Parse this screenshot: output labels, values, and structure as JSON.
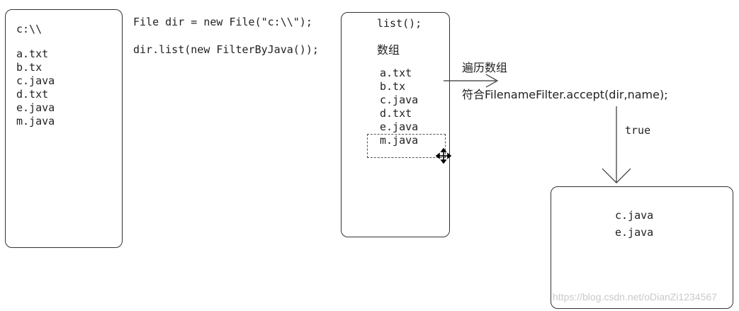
{
  "source_box": {
    "title": "c:\\\\",
    "files": [
      "a.txt",
      "b.tx",
      "c.java",
      "d.txt",
      "e.java",
      "m.java"
    ]
  },
  "code": {
    "line1": "File dir = new File(\"c:\\\\\");",
    "line2": "dir.list(new FilterByJava());"
  },
  "list_box": {
    "call": "list();",
    "array_label": "数组",
    "files": [
      "a.txt",
      "b.tx",
      "c.java",
      "d.txt",
      "e.java",
      "m.java"
    ]
  },
  "flow": {
    "iterate_label": "遍历数组",
    "accept_label": "符合FilenameFilter.accept(dir,name);",
    "true_label": "true"
  },
  "result_box": {
    "files": [
      "c.java",
      "e.java"
    ]
  },
  "watermark": "https://blog.csdn.net/oDianZi1234567"
}
